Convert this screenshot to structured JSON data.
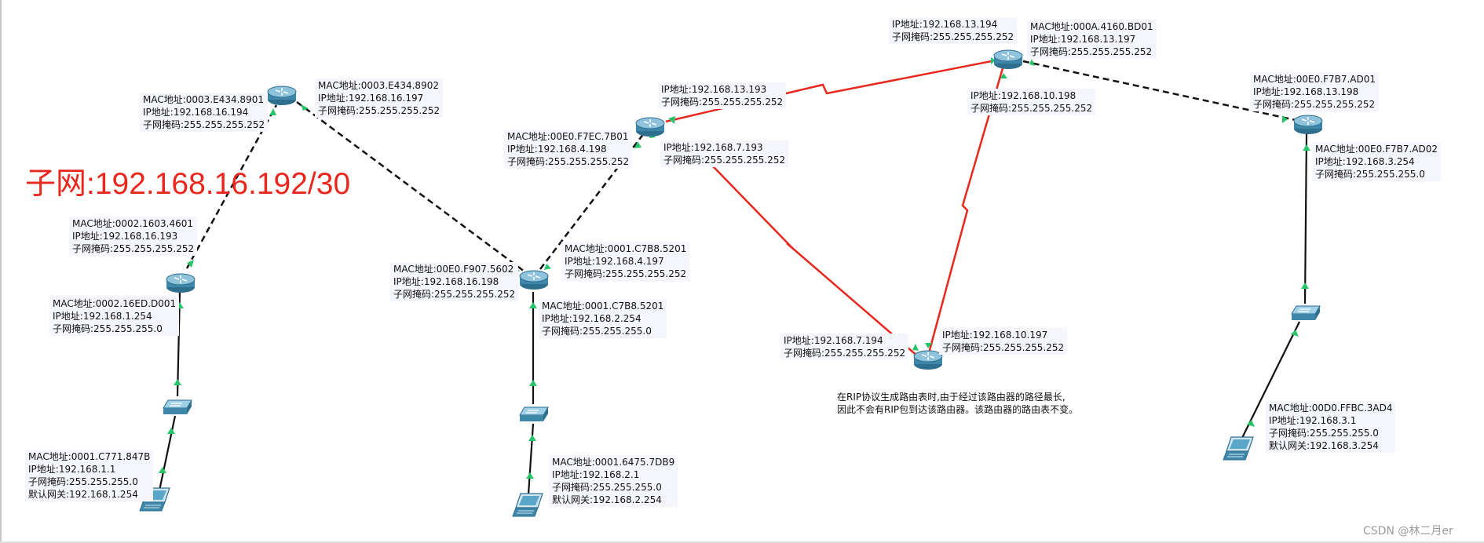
{
  "subnet_label": "子网:192.168.16.192/30",
  "note": {
    "line1": "在RIP协议生成路由表时,由于经过该路由器的路径最长,",
    "line2": "因此不会有RIP包到达该路由器。该路由器的路由表不变。"
  },
  "watermark": "CSDN @林二月er",
  "colors": {
    "serial_link": "#e8281e",
    "ethernet_link": "#111111",
    "port_up": "#27c46a",
    "subnet_text": "#e8281e"
  },
  "labels": {
    "r1_up": [
      "MAC地址:0003.E434.8901",
      "IP地址:192.168.16.194",
      "子网掩码:255.255.255.252"
    ],
    "r1_right": [
      "MAC地址:0003.E434.8902",
      "IP地址:192.168.16.197",
      "子网掩码:255.255.255.252"
    ],
    "r2_up": [
      "MAC地址:0002.1603.4601",
      "IP地址:192.168.16.193",
      "子网掩码:255.255.255.252"
    ],
    "r2_down": [
      "MAC地址:0002.16ED.D001",
      "IP地址:192.168.1.254",
      "子网掩码:255.255.255.0"
    ],
    "pc1": [
      "MAC地址:0001.C771.847B",
      "IP地址:192.168.1.1",
      "子网掩码:255.255.255.0",
      "默认网关:192.168.1.254"
    ],
    "r3_left": [
      "MAC地址:00E0.F907.5602",
      "IP地址:192.168.16.198",
      "子网掩码:255.255.255.252"
    ],
    "r3_up": [
      "MAC地址:0001.C7B8.5201",
      "IP地址:192.168.4.197",
      "子网掩码:255.255.255.252"
    ],
    "r3_down": [
      "MAC地址:0001.C7B8.5201",
      "IP地址:192.168.2.254",
      "子网掩码:255.255.255.0"
    ],
    "pc2": [
      "MAC地址:0001.6475.7DB9",
      "IP地址:192.168.2.1",
      "子网掩码:255.255.255.0",
      "默认网关:192.168.2.254"
    ],
    "r4_left": [
      "MAC地址:00E0.F7EC.7B01",
      "IP地址:192.168.4.198",
      "子网掩码:255.255.255.252"
    ],
    "r4_up": [
      "IP地址:192.168.13.193",
      "子网掩码:255.255.255.252"
    ],
    "r4_down": [
      "IP地址:192.168.7.193",
      "子网掩码:255.255.255.252"
    ],
    "r5_left": [
      "IP地址:192.168.13.194",
      "子网掩码:255.255.255.252"
    ],
    "r5_right": [
      "MAC地址:000A.4160.BD01",
      "IP地址:192.168.13.197",
      "子网掩码:255.255.255.252"
    ],
    "r5_down": [
      "IP地址:192.168.10.198",
      "子网掩码:255.255.255.252"
    ],
    "r6_left": [
      "IP地址:192.168.7.194",
      "子网掩码:255.255.255.252"
    ],
    "r6_right": [
      "IP地址:192.168.10.197",
      "子网掩码:255.255.255.252"
    ],
    "r7_up": [
      "MAC地址:00E0.F7B7.AD01",
      "IP地址:192.168.13.198",
      "子网掩码:255.255.255.252"
    ],
    "r7_down": [
      "MAC地址:00E0.F7B7.AD02",
      "IP地址:192.168.3.254",
      "子网掩码:255.255.255.0"
    ],
    "pc3": [
      "MAC地址:00D0.FFBC.3AD4",
      "IP地址:192.168.3.1",
      "子网掩码:255.255.255.0",
      "默认网关:192.168.3.254"
    ]
  }
}
